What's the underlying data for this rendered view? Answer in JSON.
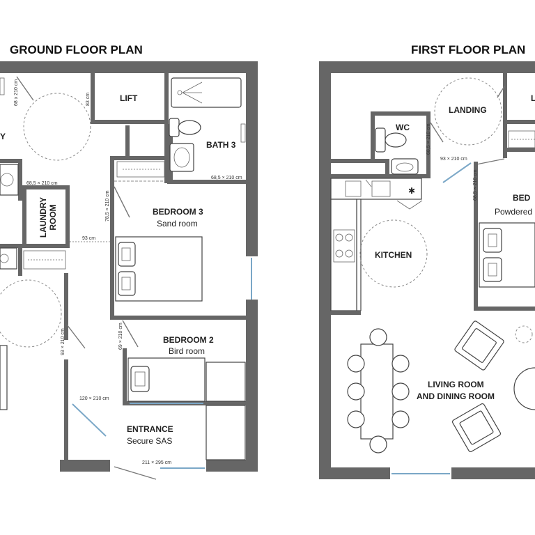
{
  "titles": {
    "ground": "GROUND FLOOR PLAN",
    "first": "FIRST FLOOR PLAN"
  },
  "ground": {
    "lift": "LIFT",
    "bath3": "BATH 3",
    "bedroom3": "BEDROOM 3",
    "bedroom3_sub": "Sand room",
    "laundry_line1": "LAUNDRY",
    "laundry_line2": "ROOM",
    "bedroom2": "BEDROOM 2",
    "bedroom2_sub": "Bird room",
    "entrance": "ENTRANCE",
    "entrance_sub": "Secure SAS",
    "partial_left": "Y"
  },
  "first": {
    "wc": "WC",
    "landing": "LANDING",
    "kitchen": "KITCHEN",
    "bedroom_partial": "BED",
    "bedroom_partial_sub": "Powdered",
    "living_line1": "LIVING ROOM",
    "living_line2": "AND DINING ROOM",
    "lift_partial": "L"
  },
  "dimensions": {
    "g_68_210": "68 x 210 cm",
    "g_83": "83 cm",
    "g_68_5_210_laundry": "68,5 × 210 cm",
    "g_68_5_210_bath": "68,5 × 210 cm",
    "g_78_5_210": "78,5 × 210 cm",
    "g_93": "93 cm",
    "g_69_210": "69 × 210 cm",
    "g_93_210": "93 × 210 cm",
    "g_120_210": "120 × 210 cm",
    "g_211_295": "211 × 295 cm",
    "f_68_5_210_wc": "68,5 × 210 cm",
    "f_93_210": "93 × 210 cm",
    "f_68_5_210_bed": "68,5 × 210 cm"
  }
}
